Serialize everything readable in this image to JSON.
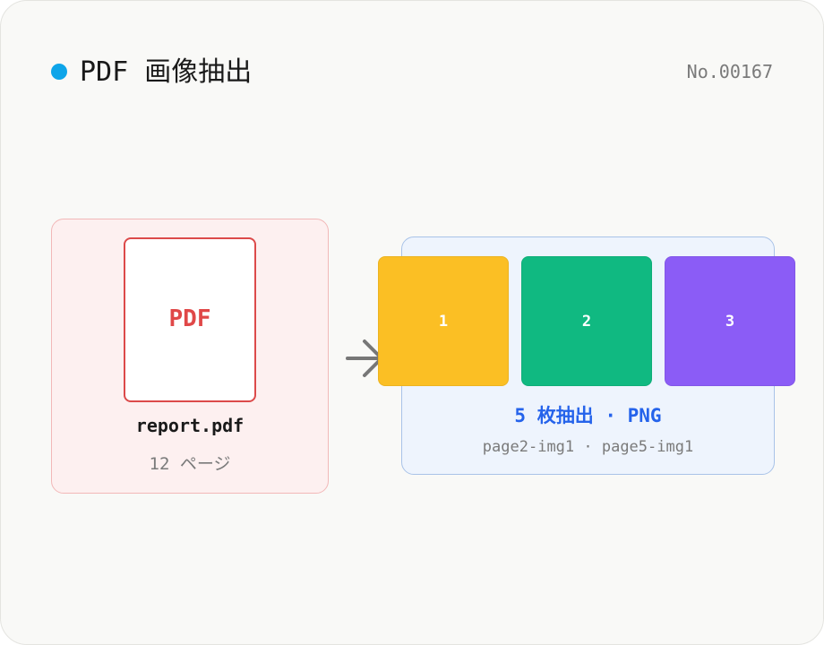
{
  "header": {
    "title": "PDF 画像抽出",
    "doc_number": "No.00167",
    "dot_color": "#0ea5e9"
  },
  "source": {
    "doc_label": "PDF",
    "file_name": "report.pdf",
    "page_count": "12 ページ",
    "accent_color": "#dc4a4a",
    "icon": "pdf-document-icon"
  },
  "arrow": {
    "icon": "arrow-right-icon"
  },
  "result": {
    "thumbnails": [
      {
        "label": "1",
        "color": "#fbbf24"
      },
      {
        "label": "2",
        "color": "#10b981"
      },
      {
        "label": "3",
        "color": "#8b5cf6"
      }
    ],
    "summary": "5 枚抽出 · PNG",
    "file_list": "page2-img1 · page5-img1",
    "accent_color": "#2563eb"
  }
}
